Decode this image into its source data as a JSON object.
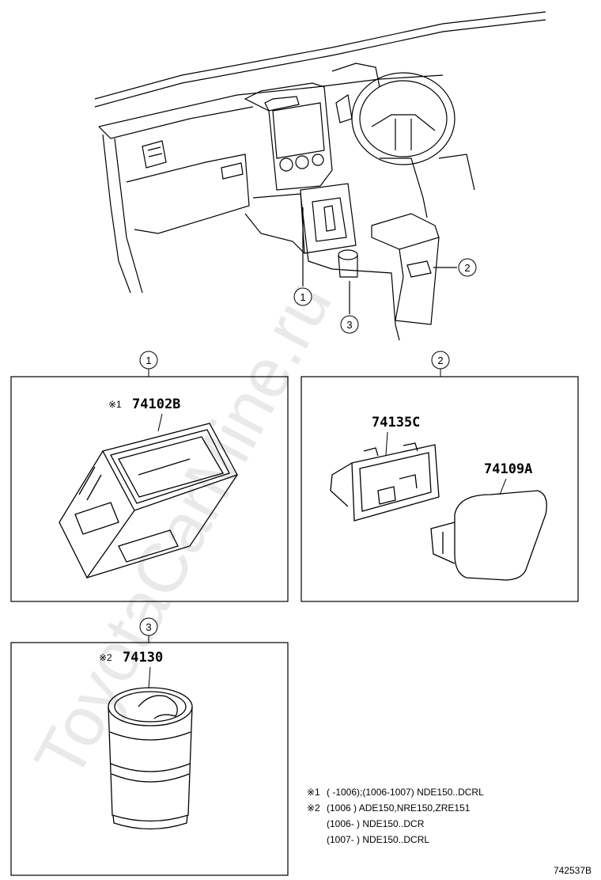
{
  "watermark": "ToyotaCarMine.ru",
  "callouts": {
    "c1": "1",
    "c2": "2",
    "c3": "3"
  },
  "boxes": {
    "box1": {
      "title": "1",
      "mark": "※1",
      "part": "74102B"
    },
    "box2": {
      "title": "2",
      "parts": [
        "74135C",
        "74109A"
      ]
    },
    "box3": {
      "title": "3",
      "mark": "※2",
      "part": "74130"
    }
  },
  "notes": [
    {
      "mark": "※1",
      "text": "(        -1006);(1006-1007) NDE150..DCRL"
    },
    {
      "mark": "※2",
      "text": "(1006          ) ADE150,NRE150,ZRE151"
    },
    {
      "mark": "",
      "text": "(1006-        ) NDE150..DCR"
    },
    {
      "mark": "",
      "text": "(1007-        ) NDE150..DCRL"
    }
  ],
  "diagram_id": "742537B"
}
